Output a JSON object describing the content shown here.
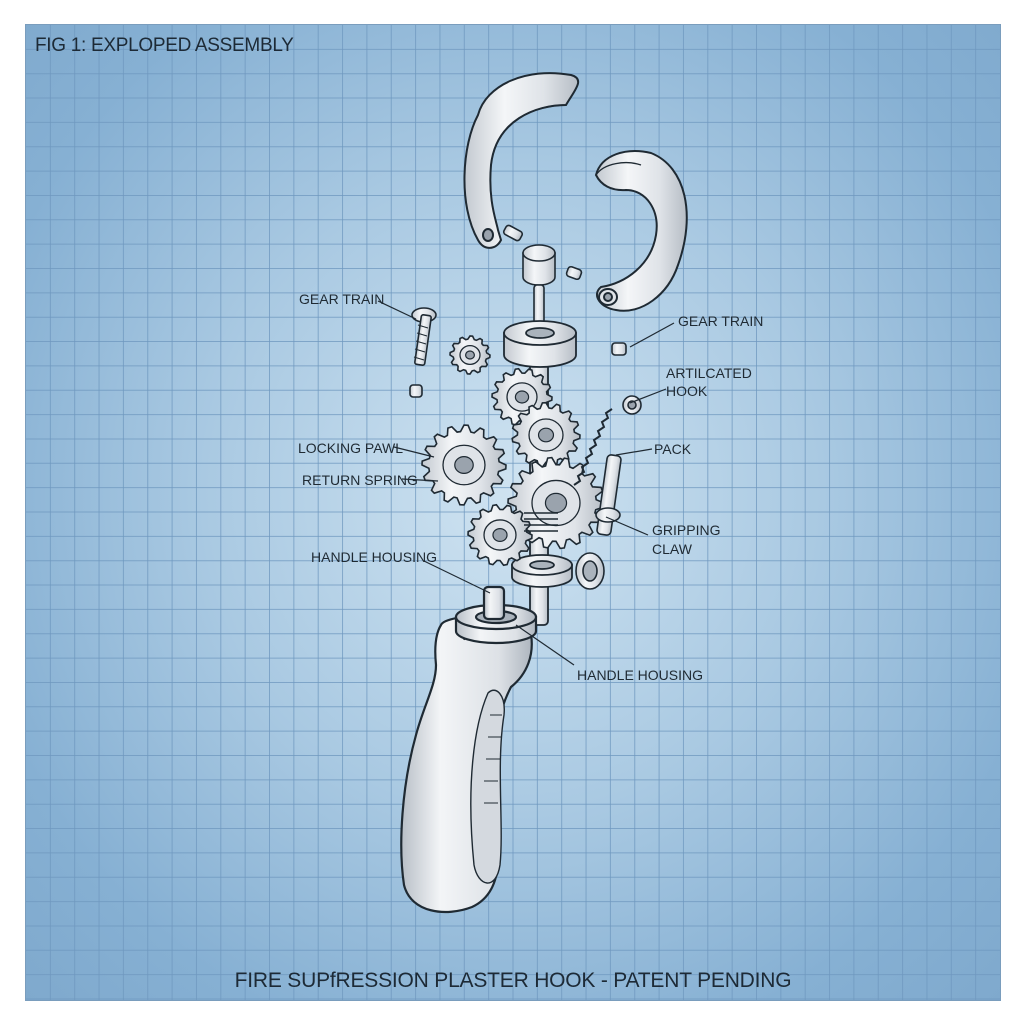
{
  "figure": {
    "title": "FIG 1: EXPLOPED ASSEMBLY",
    "footer": "FIRE SUPfRESSION PLASTER HOOK - PATENT PENDING"
  },
  "labels": {
    "gear_train_left": "GEAR TRAIN",
    "gear_train_right": "GEAR TRAIN",
    "articulated_hook_1": "ARTILCATED",
    "articulated_hook_2": "HOOK",
    "pack": "PACK",
    "locking_pawl": "LOCKING PAWL",
    "return_spring": "RETURN SPRING",
    "gripping_claw_1": "GRIPPING",
    "gripping_claw_2": "CLAW",
    "handle_housing_upper": "HANDLE HOUSING",
    "handle_housing_lower": "HANDLE HOUSING"
  },
  "colors": {
    "background_center": "#cfe3f1",
    "background_edge": "#7fa9cd",
    "grid": "#6f98bf",
    "ink": "#1f2a33",
    "part_fill": "#eef1f4",
    "part_shade": "#c6ccd3"
  }
}
